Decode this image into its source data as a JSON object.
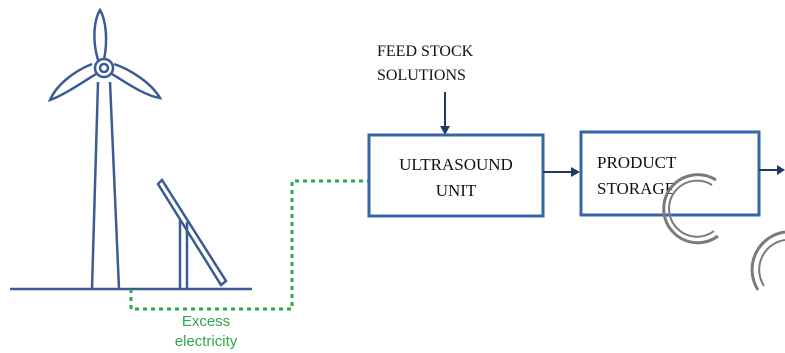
{
  "feedstock": {
    "line1": "FEED STOCK",
    "line2": "SOLUTIONS"
  },
  "ultrasound": {
    "line1": "ULTRASOUND",
    "line2": "UNIT"
  },
  "product": {
    "line1": "PRODUCT",
    "line2": "STORAGE"
  },
  "excess": {
    "line1": "Excess",
    "line2": "electricity"
  },
  "colors": {
    "stroke": "#3a5b94",
    "box_border": "#3566a8",
    "arrow": "#1f3a66",
    "dashed": "#2ea84a",
    "label_green": "#2ea84a",
    "text": "#111111",
    "watermark": "#7a7a7a"
  }
}
